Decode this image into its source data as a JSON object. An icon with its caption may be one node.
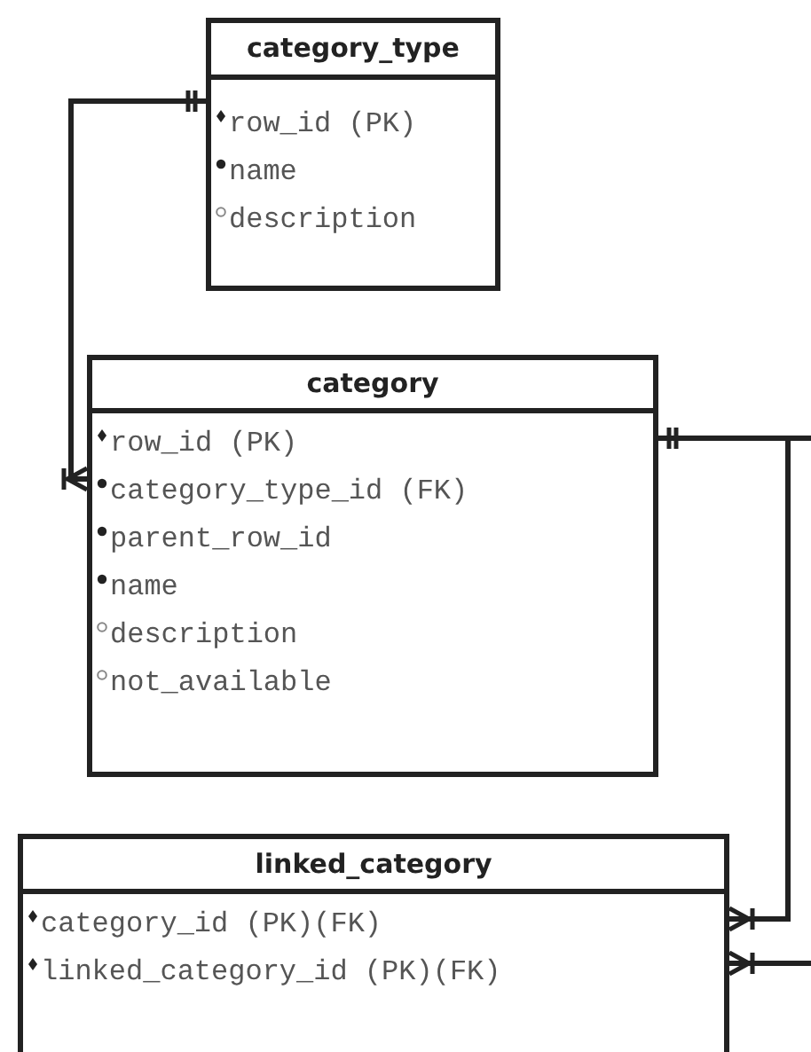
{
  "diagram": {
    "nodes": [
      {
        "text": [
          "category_type",
          "row_id (PK)",
          "name",
          "description"
        ]
      },
      {
        "text": [
          "category",
          "row_id (PK)",
          "category_type_id (FK)",
          "parent_row_id",
          "name",
          "description",
          "not_available"
        ]
      },
      {
        "text": [
          "linked_category",
          "category_id (PK)(FK)",
          "linked_category_id (PK)(FK)"
        ]
      }
    ],
    "edges": [
      {
        "from": 0,
        "to": 1,
        "arrow": "other"
      },
      {
        "from": 1,
        "to": 2,
        "arrow": "other"
      },
      {
        "from": 1,
        "to": null,
        "arrow": "none"
      },
      {
        "from": null,
        "to": 2,
        "arrow": "other"
      }
    ]
  }
}
